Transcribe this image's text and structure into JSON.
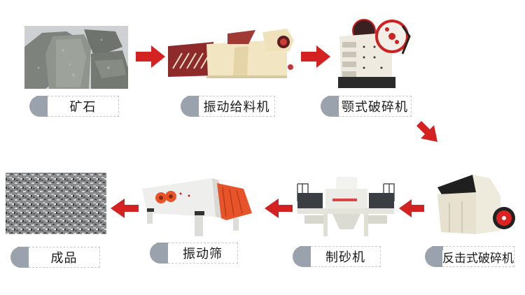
{
  "diagram": {
    "title": "",
    "type": "process-flow",
    "accent_color": "#d42121",
    "label_tab_color": "#9aa3ad",
    "steps": [
      {
        "id": 1,
        "label": "矿石",
        "image": "ore-rocks"
      },
      {
        "id": 2,
        "label": "振动给料机",
        "image": "vibrating-feeder"
      },
      {
        "id": 3,
        "label": "颚式破碎机",
        "image": "jaw-crusher"
      },
      {
        "id": 4,
        "label": "反击式破碎机",
        "image": "impact-crusher"
      },
      {
        "id": 5,
        "label": "制砂机",
        "image": "sand-making-machine"
      },
      {
        "id": 6,
        "label": "振动筛",
        "image": "vibrating-screen"
      },
      {
        "id": 7,
        "label": "成品",
        "image": "finished-aggregate"
      }
    ],
    "arrows": [
      {
        "from": 1,
        "to": 2,
        "direction": "right"
      },
      {
        "from": 2,
        "to": 3,
        "direction": "right"
      },
      {
        "from": 3,
        "to": 4,
        "direction": "down-right"
      },
      {
        "from": 4,
        "to": 5,
        "direction": "left"
      },
      {
        "from": 5,
        "to": 6,
        "direction": "left"
      },
      {
        "from": 6,
        "to": 7,
        "direction": "left"
      }
    ]
  }
}
